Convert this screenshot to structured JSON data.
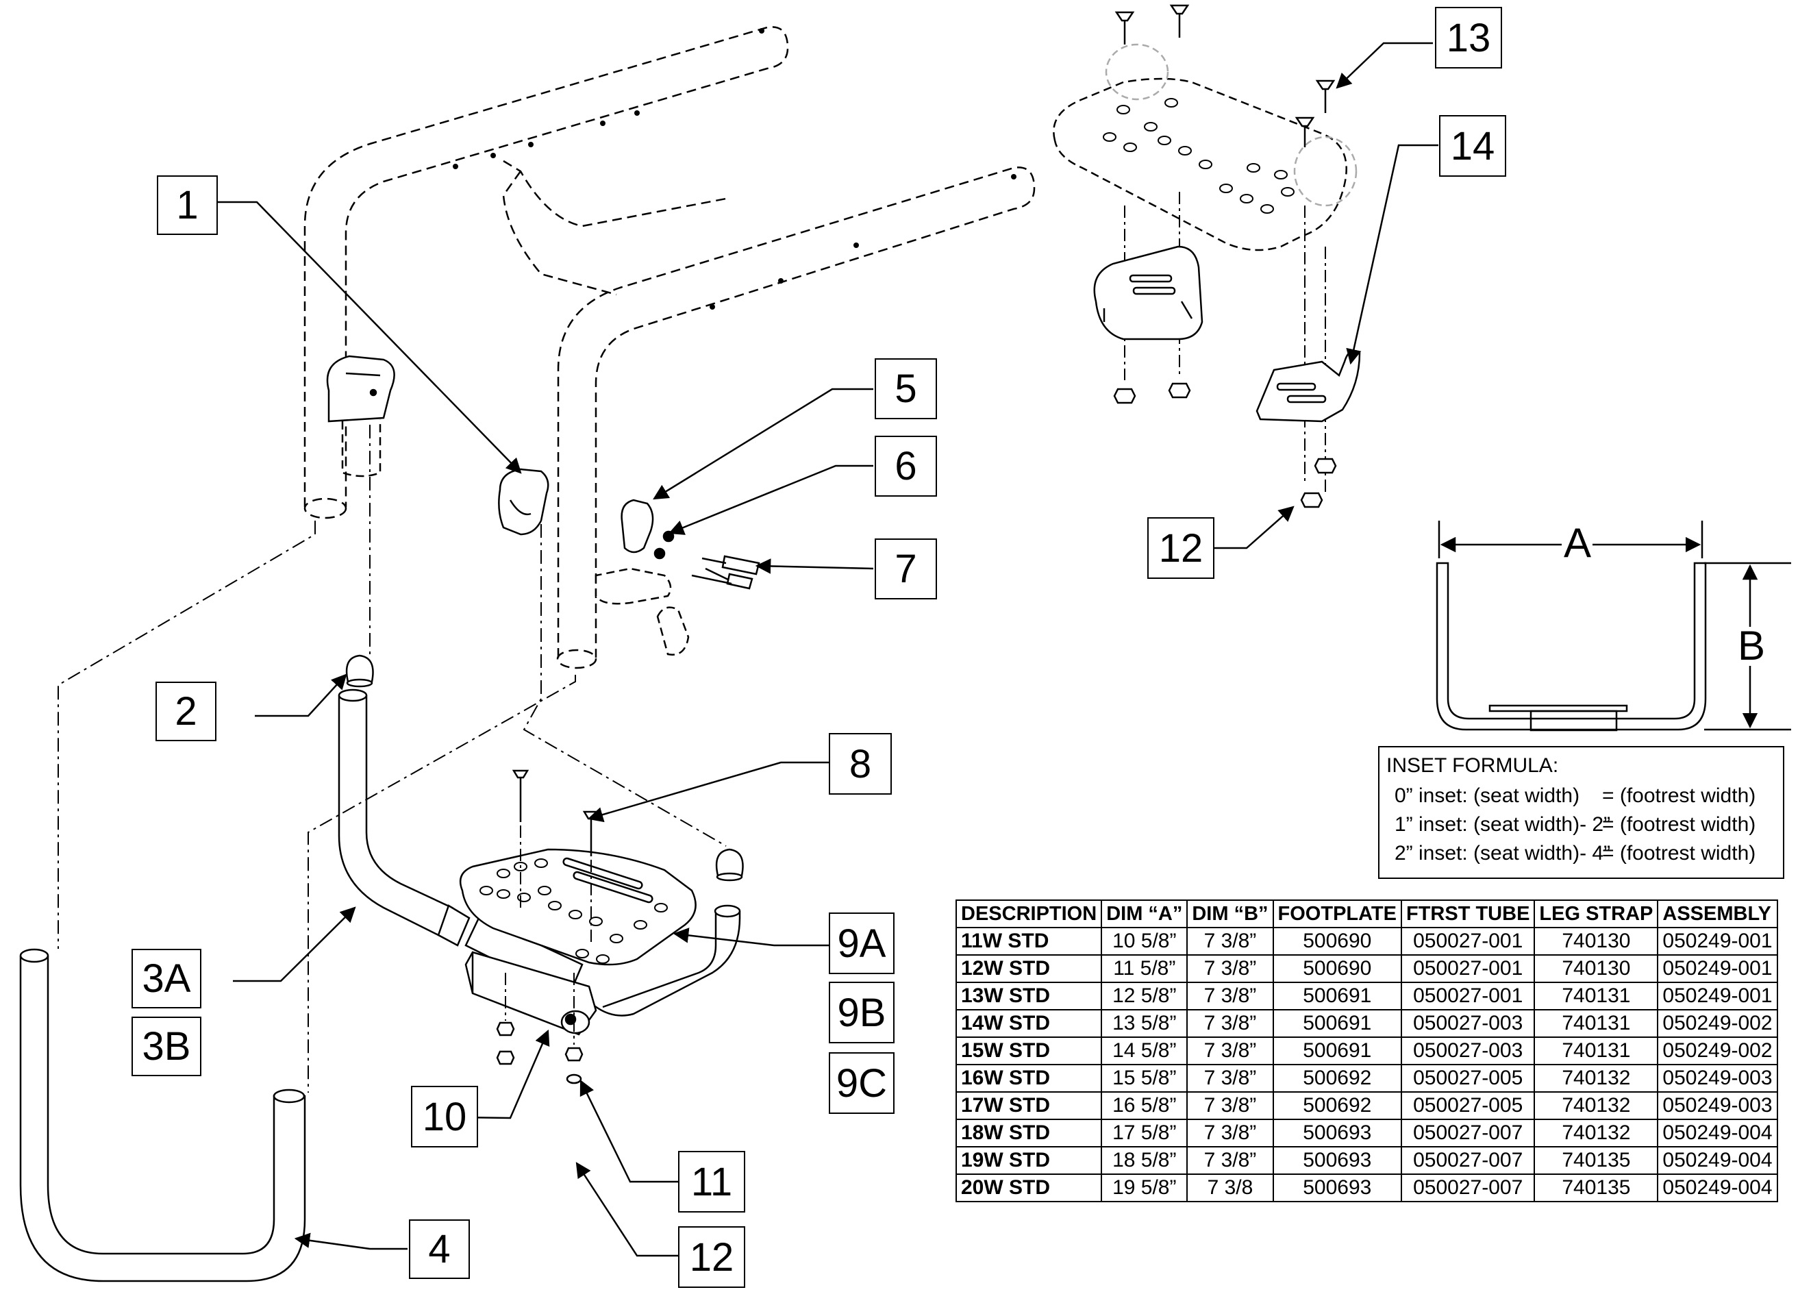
{
  "callouts": [
    {
      "key": "c1",
      "label": "1"
    },
    {
      "key": "c2",
      "label": "2"
    },
    {
      "key": "c3a",
      "label": "3A"
    },
    {
      "key": "c3b",
      "label": "3B"
    },
    {
      "key": "c4",
      "label": "4"
    },
    {
      "key": "c5",
      "label": "5"
    },
    {
      "key": "c6",
      "label": "6"
    },
    {
      "key": "c7",
      "label": "7"
    },
    {
      "key": "c8",
      "label": "8"
    },
    {
      "key": "c9a",
      "label": "9A"
    },
    {
      "key": "c9b",
      "label": "9B"
    },
    {
      "key": "c9c",
      "label": "9C"
    },
    {
      "key": "c10",
      "label": "10"
    },
    {
      "key": "c11",
      "label": "11"
    },
    {
      "key": "c12a",
      "label": "12"
    },
    {
      "key": "c12b",
      "label": "12"
    },
    {
      "key": "c13",
      "label": "13"
    },
    {
      "key": "c14",
      "label": "14"
    }
  ],
  "dimensions": {
    "a": "A",
    "b": "B"
  },
  "inset_formula": {
    "title": "INSET FORMULA:",
    "lines": [
      {
        "left": "0” inset: (seat width)",
        "right": "= (footrest width)"
      },
      {
        "left": "1” inset: (seat width)- 2”",
        "right": "= (footrest width)"
      },
      {
        "left": "2” inset: (seat width)- 4”",
        "right": "= (footrest width)"
      }
    ]
  },
  "table": {
    "headers": [
      "DESCRIPTION",
      "DIM “A”",
      "DIM “B”",
      "FOOTPLATE",
      "FTRST TUBE",
      "LEG STRAP",
      "ASSEMBLY"
    ],
    "rows": [
      [
        "11W STD",
        "10 5/8”",
        "7 3/8”",
        "500690",
        "050027-001",
        "740130",
        "050249-001"
      ],
      [
        "12W STD",
        "11 5/8”",
        "7 3/8”",
        "500690",
        "050027-001",
        "740130",
        "050249-001"
      ],
      [
        "13W STD",
        "12 5/8”",
        "7 3/8”",
        "500691",
        "050027-001",
        "740131",
        "050249-001"
      ],
      [
        "14W STD",
        "13 5/8”",
        "7 3/8”",
        "500691",
        "050027-003",
        "740131",
        "050249-002"
      ],
      [
        "15W STD",
        "14 5/8”",
        "7 3/8”",
        "500691",
        "050027-003",
        "740131",
        "050249-002"
      ],
      [
        "16W STD",
        "15 5/8”",
        "7 3/8”",
        "500692",
        "050027-005",
        "740132",
        "050249-003"
      ],
      [
        "17W STD",
        "16 5/8”",
        "7 3/8”",
        "500692",
        "050027-005",
        "740132",
        "050249-003"
      ],
      [
        "18W STD",
        "17 5/8”",
        "7 3/8”",
        "500693",
        "050027-007",
        "740132",
        "050249-004"
      ],
      [
        "19W STD",
        "18 5/8”",
        "7 3/8”",
        "500693",
        "050027-007",
        "740135",
        "050249-004"
      ],
      [
        "20W STD",
        "19 5/8”",
        "7 3/8",
        "500693",
        "050027-007",
        "740135",
        "050249-004"
      ]
    ]
  }
}
